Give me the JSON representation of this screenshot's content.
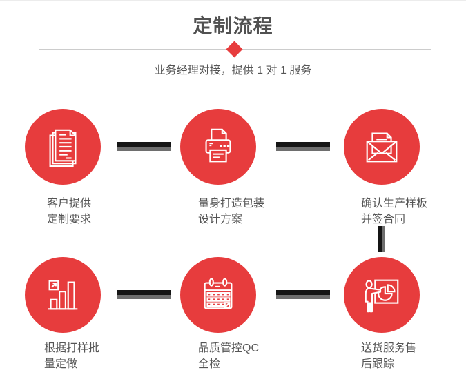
{
  "header": {
    "title": "定制流程",
    "subtitle": "业务经理对接，提供 1 对 1 服务"
  },
  "colors": {
    "accent_red": "#e73c3d",
    "title_gray": "#515151",
    "text_gray": "#555555",
    "divider_gray": "#cccccc",
    "connector_dark": "#151515",
    "connector_gray": "#6e6e6e"
  },
  "steps": [
    {
      "id": 1,
      "icon": "documents-icon",
      "lines": [
        "客户提供",
        "定制要求"
      ]
    },
    {
      "id": 2,
      "icon": "printer-icon",
      "lines": [
        "量身打造包装",
        "设计方案"
      ]
    },
    {
      "id": 3,
      "icon": "envelope-icon",
      "lines": [
        "确认生产样板",
        "并签合同"
      ]
    },
    {
      "id": 4,
      "icon": "bar-chart-icon",
      "lines": [
        "根据打样批",
        "量定做"
      ]
    },
    {
      "id": 5,
      "icon": "calendar-icon",
      "lines": [
        "品质管控QC",
        "全检"
      ]
    },
    {
      "id": 6,
      "icon": "presentation-icon",
      "lines": [
        "送货服务售",
        "后跟踪"
      ]
    }
  ]
}
